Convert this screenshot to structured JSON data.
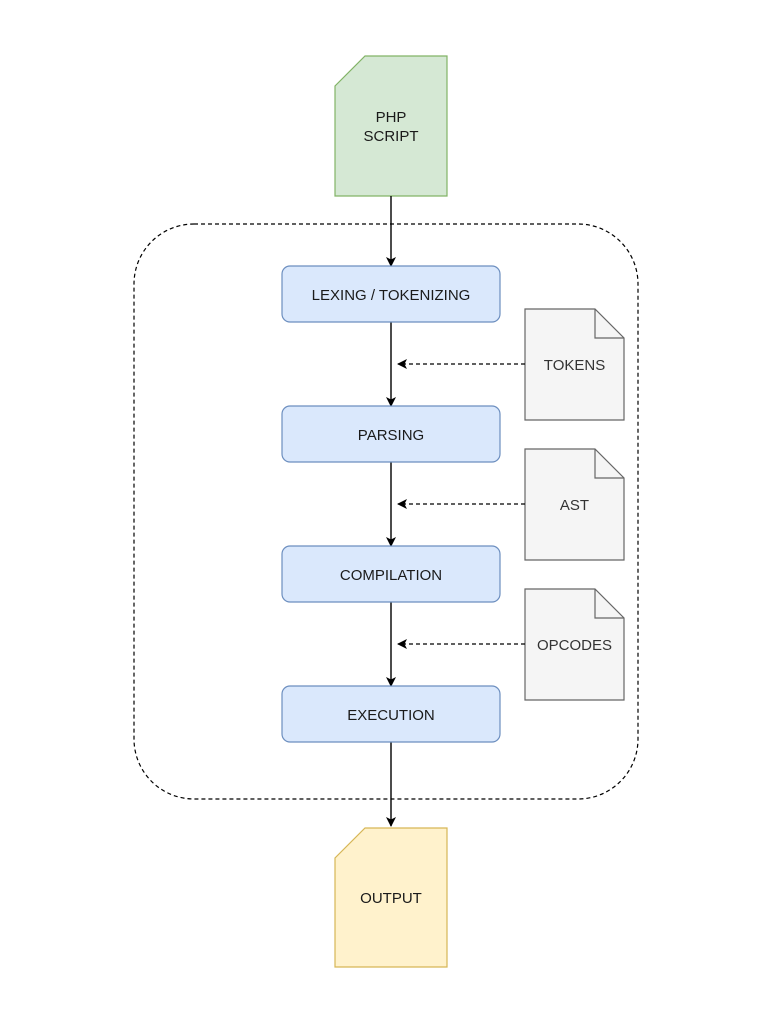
{
  "diagram": {
    "input": {
      "line1": "PHP",
      "line2": "SCRIPT",
      "fill": "#d5e8d4",
      "stroke": "#82b366"
    },
    "stages": [
      {
        "label": "LEXING / TOKENIZING"
      },
      {
        "label": "PARSING"
      },
      {
        "label": "COMPILATION"
      },
      {
        "label": "EXECUTION"
      }
    ],
    "stage_colors": {
      "fill": "#dae8fc",
      "stroke": "#6c8ebf"
    },
    "artifacts": [
      {
        "label": "TOKENS"
      },
      {
        "label": "AST"
      },
      {
        "label": "OPCODES"
      }
    ],
    "artifact_colors": {
      "fill": "#f5f5f5",
      "stroke": "#666666"
    },
    "output": {
      "label": "OUTPUT",
      "fill": "#fff2cc",
      "stroke": "#d6b656"
    },
    "container": {
      "style": "dashed",
      "stroke": "#000000"
    }
  }
}
